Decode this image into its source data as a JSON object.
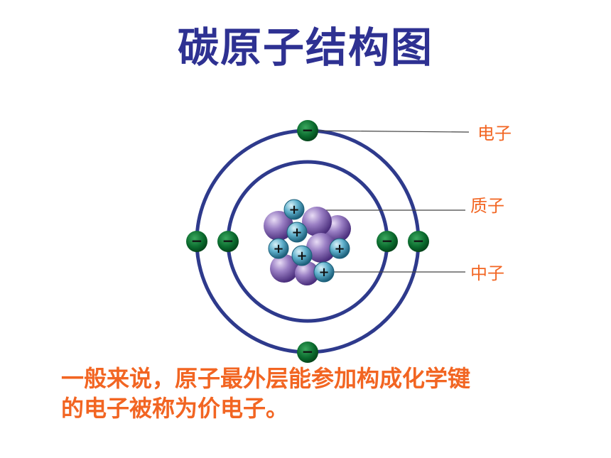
{
  "title": "碳原子结构图",
  "labels": {
    "electron": "电子",
    "proton": "质子",
    "neutron": "中子"
  },
  "description": {
    "line1": "一般来说，原子最外层能参加构成化学键",
    "line2": "的电子被称为价电子。"
  },
  "colors": {
    "title": "#2e3192",
    "text_accent": "#f26522",
    "orbit": "#2e3a8c",
    "electron": "#0b6b2e",
    "proton": "#3a8fb0",
    "neutron": "#7b5fa8"
  },
  "symbols": {
    "electron_sign": "−",
    "proton_sign": "+"
  },
  "icons": [
    "electron-icon",
    "proton-icon",
    "neutron-icon"
  ]
}
